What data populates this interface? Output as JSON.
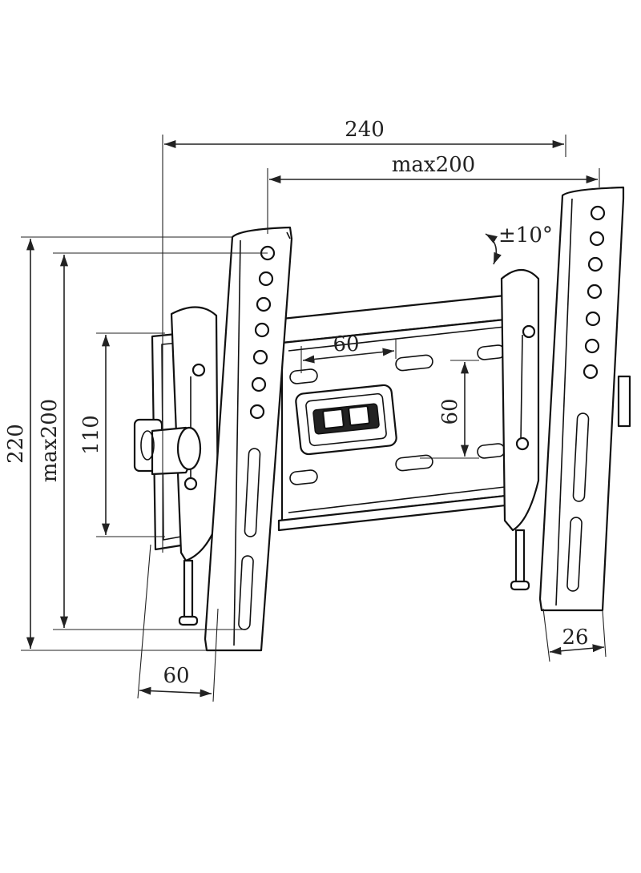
{
  "drawing": {
    "subject": "tilting TV wall mount"
  },
  "dimensions": {
    "overall_width": "240",
    "max_vesa_width": "max200",
    "tilt": "±10°",
    "overall_height": "220",
    "max_vesa_height": "max200",
    "arm_hole_span": "110",
    "wall_plate_hole_width": "60",
    "wall_plate_hole_height": "60",
    "wall_plate_depth": "60",
    "arm_width": "26"
  },
  "colors": {
    "line": "#111111",
    "background": "#ffffff"
  }
}
